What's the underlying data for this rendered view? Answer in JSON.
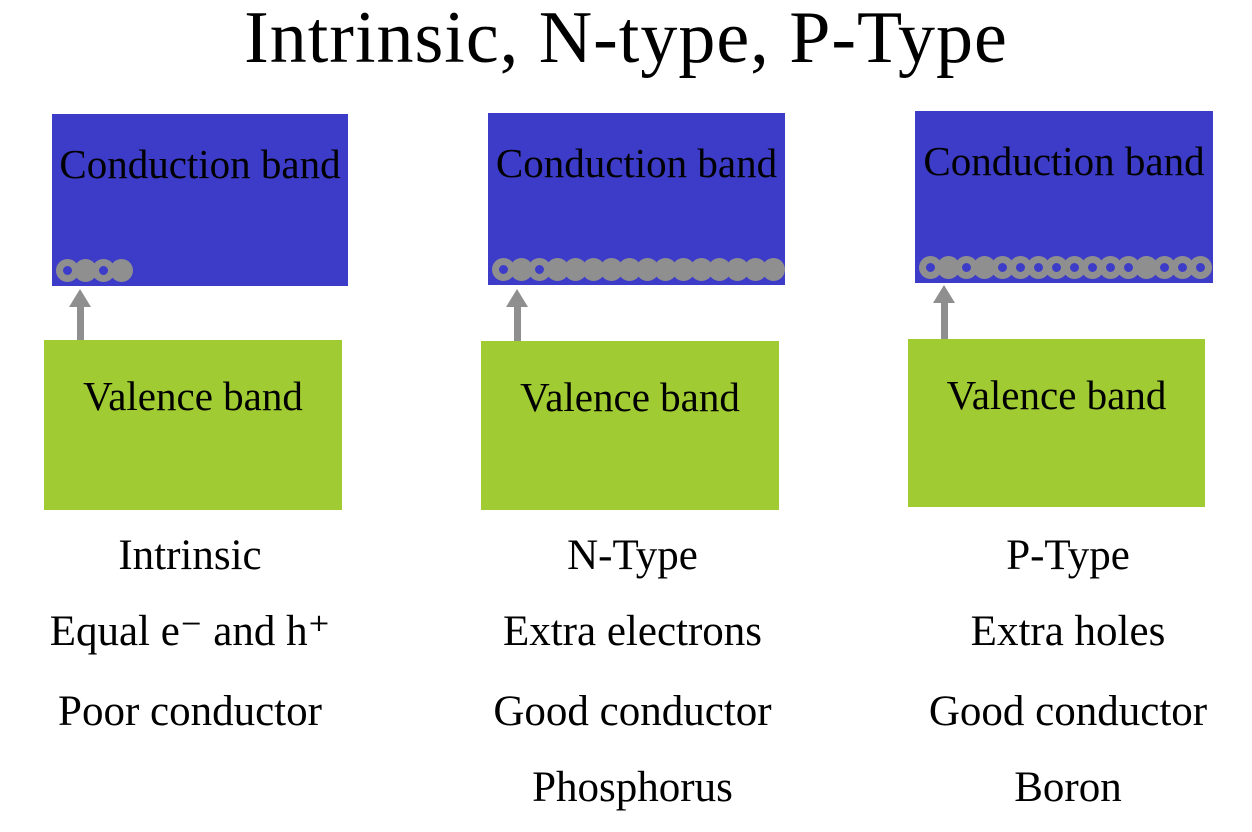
{
  "title": "Intrinsic, N-type, P-Type",
  "colors": {
    "conduction": "#3C3CC8",
    "valence": "#A0CB32",
    "dot": "#8F8F8F",
    "arrow": "#8F8F8F"
  },
  "columns": [
    {
      "name": "intrinsic",
      "conduction_label": "Conduction band",
      "valence_label": "Valence band",
      "dots": [
        "open",
        "filled",
        "open",
        "filled"
      ],
      "labels": [
        "Intrinsic",
        "Equal e⁻ and h⁺",
        "Poor conductor"
      ]
    },
    {
      "name": "n-type",
      "conduction_label": "Conduction band",
      "valence_label": "Valence band",
      "dots": [
        "open",
        "filled",
        "open",
        "filled",
        "filled",
        "filled",
        "filled",
        "filled",
        "filled",
        "filled",
        "filled",
        "filled",
        "filled",
        "filled",
        "filled",
        "filled"
      ],
      "labels": [
        "N-Type",
        "Extra electrons",
        "Good conductor",
        "Phosphorus"
      ]
    },
    {
      "name": "p-type",
      "conduction_label": "Conduction band",
      "valence_label": "Valence band",
      "dots": [
        "open",
        "filled",
        "open",
        "filled",
        "open",
        "open",
        "open",
        "open",
        "open",
        "open",
        "open",
        "open",
        "filled",
        "open",
        "open",
        "open"
      ],
      "labels": [
        "P-Type",
        "Extra holes",
        "Good conductor",
        "Boron"
      ]
    }
  ]
}
